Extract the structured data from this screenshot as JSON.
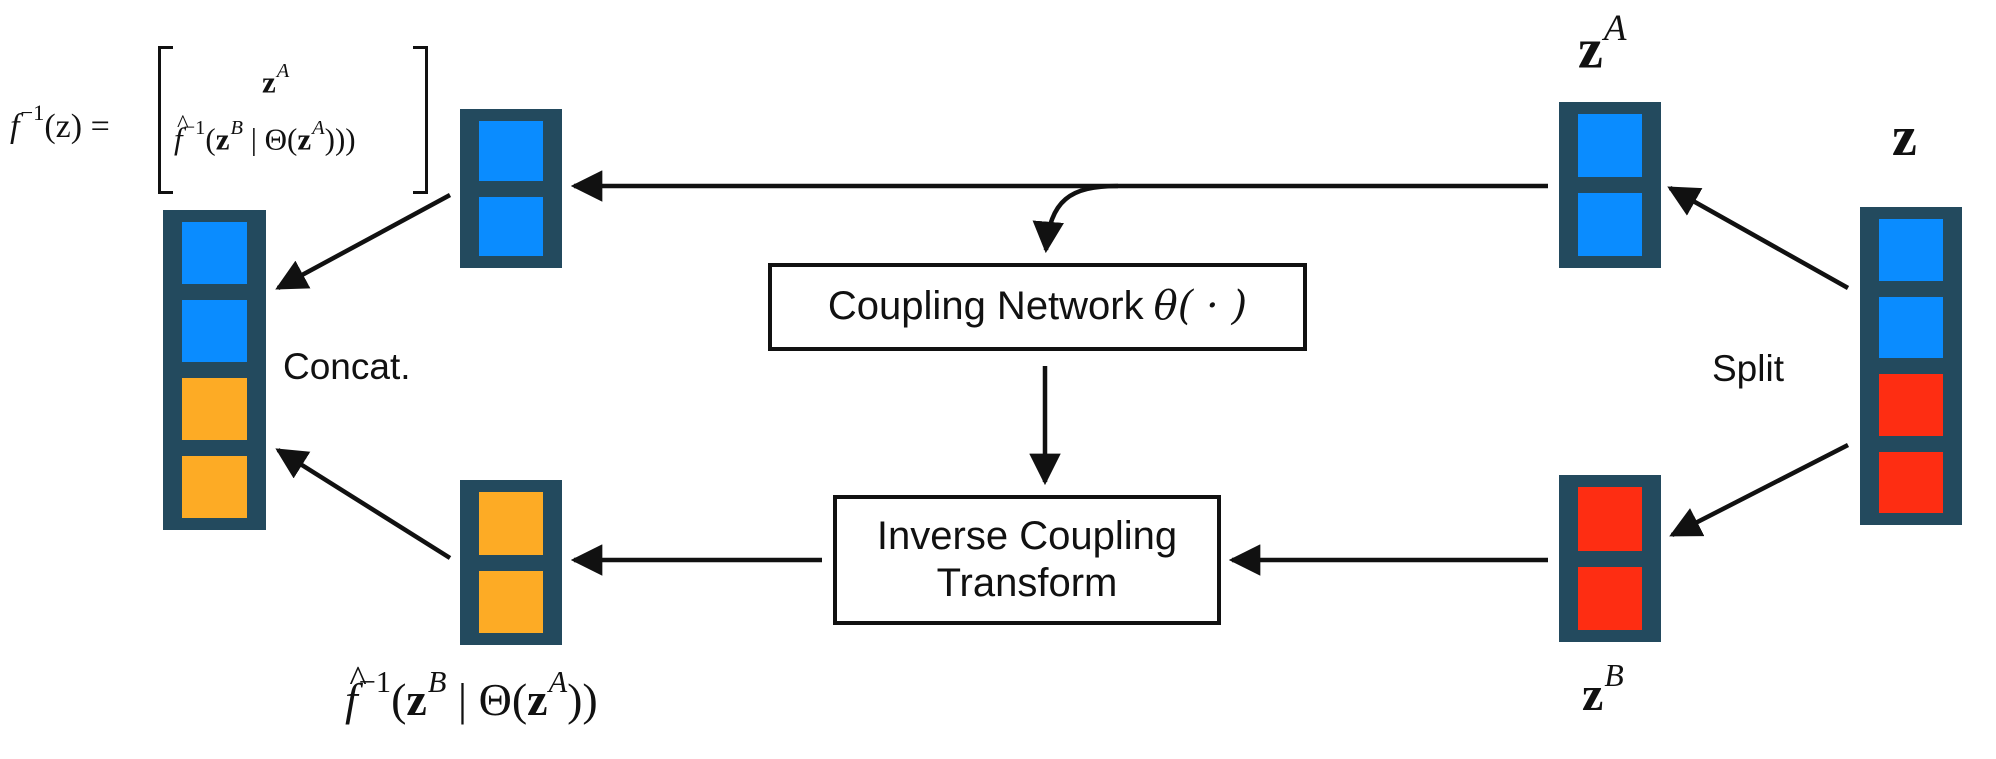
{
  "diagram": {
    "title": "Inverse coupling layer",
    "colors": {
      "vector_frame": "#234a5e",
      "block_a": "#0a8cff",
      "block_b": "#fe2d12",
      "block_transformed": "#fdab25",
      "arrow": "#111111"
    },
    "formula_top": {
      "lhs_func": "f",
      "lhs_sup": "−1",
      "lhs_arg": "(z) =",
      "row1_var": "z",
      "row1_sup": "A",
      "row2_func": "f",
      "row2_sup": "−1",
      "row2_open": "(",
      "row2_var_b": "z",
      "row2_sup_b": "B",
      "row2_mid": " | Θ(",
      "row2_var_a": "z",
      "row2_sup_a": "A",
      "row2_close": ")))"
    },
    "formula_bottom": {
      "func": "f",
      "sup": "−1",
      "open": "(",
      "var_b": "z",
      "sup_b": "B",
      "mid": " | Θ(",
      "var_a": "z",
      "sup_a": "A",
      "close": "))"
    },
    "labels": {
      "concat": "Concat.",
      "split": "Split",
      "z": "z",
      "z_a_var": "z",
      "z_a_sup": "A",
      "z_b_var": "z",
      "z_b_sup": "B"
    },
    "boxes": {
      "coupling_network_text": "Coupling Network",
      "coupling_network_symbol": "θ( · )",
      "inverse_coupling_line1": "Inverse Coupling",
      "inverse_coupling_line2": "Transform"
    },
    "vectors": {
      "output_concat": [
        "a",
        "a",
        "transformed",
        "transformed"
      ],
      "z_a_copy": [
        "a",
        "a"
      ],
      "transformed": [
        "transformed",
        "transformed"
      ],
      "z_a": [
        "a",
        "a"
      ],
      "z_b": [
        "b",
        "b"
      ],
      "z": [
        "a",
        "a",
        "b",
        "b"
      ]
    }
  }
}
